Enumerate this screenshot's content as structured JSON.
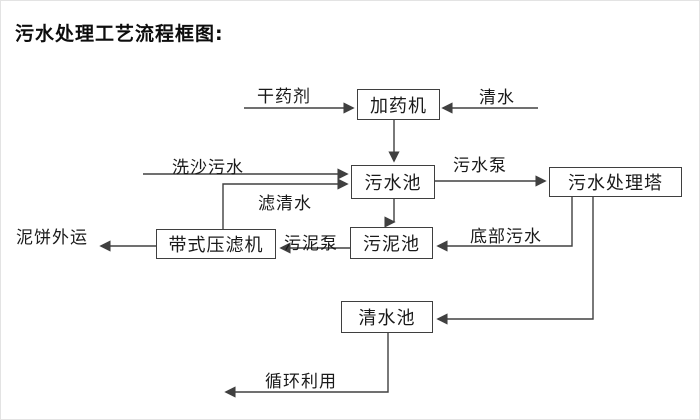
{
  "page": {
    "title": "污水处理工艺流程框图:"
  },
  "diagram": {
    "nodes": {
      "dosing_machine": "加药机",
      "sewage_pool": "污水池",
      "treatment_tower": "污水处理塔",
      "belt_filter_press": "带式压滤机",
      "sludge_pool": "污泥池",
      "clear_water_pool": "清水池"
    },
    "flow_labels": {
      "dry_chemical": "干药剂",
      "clear_water": "清水",
      "sand_washing_sewage": "洗沙污水",
      "sewage_pump": "污水泵",
      "filtered_water": "滤清水",
      "mud_cake_out": "泥饼外运",
      "sludge_pump": "污泥泵",
      "bottom_sewage": "底部污水",
      "recycling": "循环利用"
    },
    "colors": {
      "line": "#404040",
      "text": "#1a1a1a",
      "background": "#ffffff"
    }
  }
}
